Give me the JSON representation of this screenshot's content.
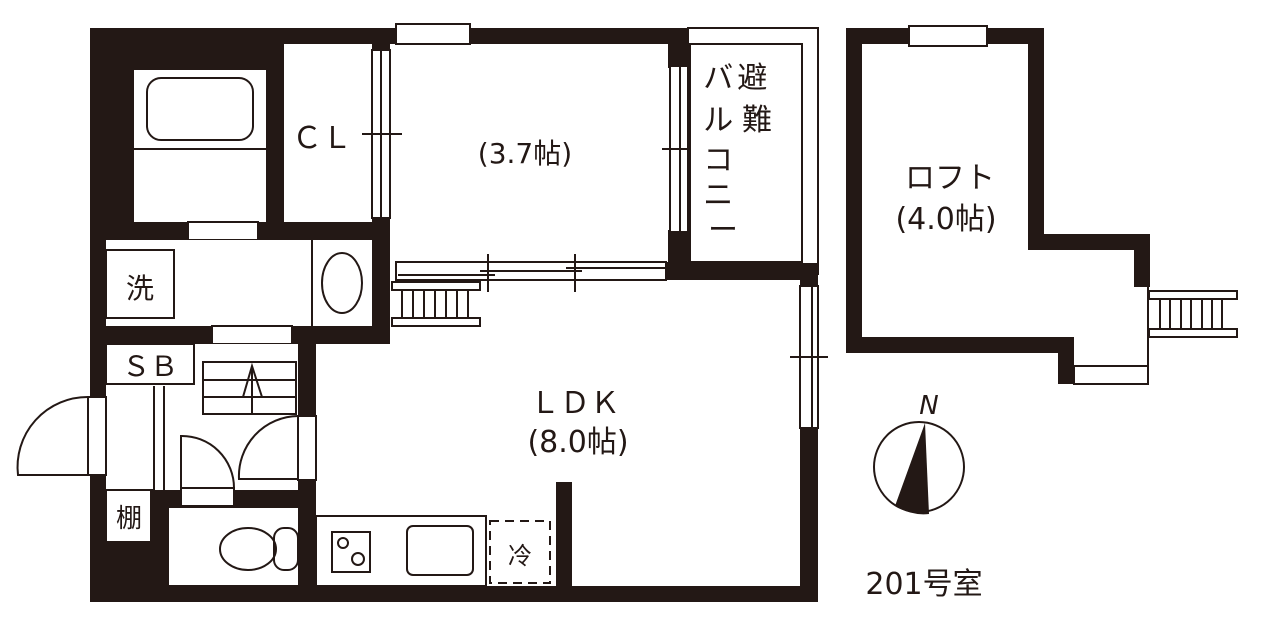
{
  "plan": {
    "unit_number": "201号室",
    "compass_label": "N",
    "colors": {
      "wall": "#231815",
      "background": "#ffffff"
    }
  },
  "rooms": {
    "western_room": {
      "label": "",
      "size": "(3.7帖)"
    },
    "closet": {
      "label": "ＣＬ"
    },
    "balcony": {
      "label_col1": [
        "避",
        "難"
      ],
      "label_col2": [
        "バ",
        "ル",
        "コ",
        "ニ",
        "ー"
      ]
    },
    "loft": {
      "label": "ロフト",
      "size": "(4.0帖)"
    },
    "ldk": {
      "label": "ＬＤＫ",
      "size": "(8.0帖)"
    },
    "washer": {
      "label": "洗"
    },
    "shoe_box": {
      "label": "ＳＢ"
    },
    "shelf": {
      "label": "棚"
    },
    "fridge": {
      "label": "冷"
    }
  }
}
